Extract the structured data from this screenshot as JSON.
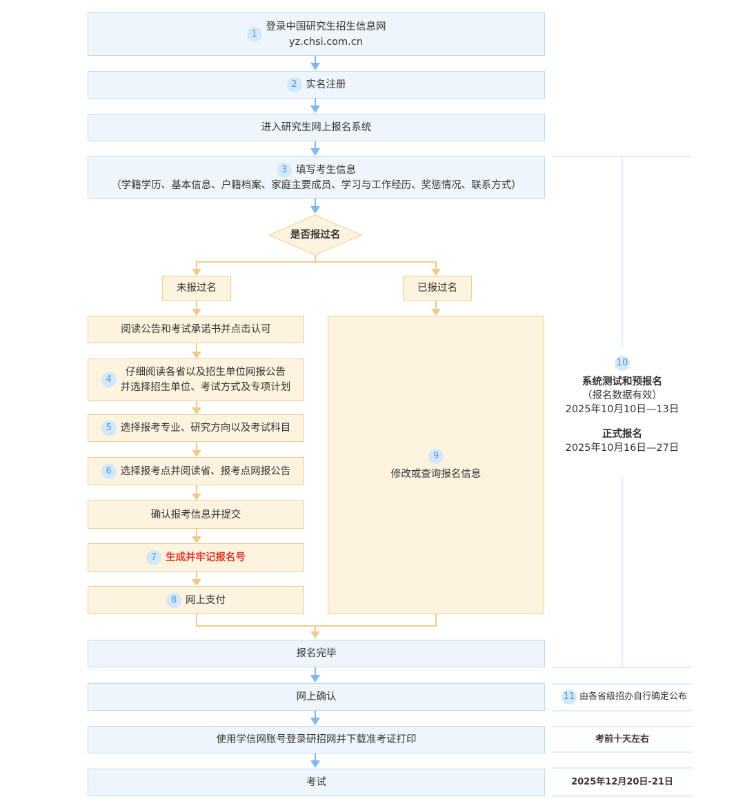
{
  "steps": {
    "s1": {
      "num": "1",
      "line1": "登录中国研究生招生信息网",
      "line2": "yz.chsi.com.cn"
    },
    "s2": {
      "num": "2",
      "label": "实名注册"
    },
    "enter": {
      "label": "进入研究生网上报名系统"
    },
    "s3": {
      "num": "3",
      "line1": "填写考生信息",
      "line2": "（学籍学历、基本信息、户籍档案、家庭主要成员、学习与工作经历、奖惩情况、联系方式）"
    },
    "decision": {
      "label": "是否报过名"
    },
    "not_registered": {
      "label": "未报过名"
    },
    "registered": {
      "label": "已报过名"
    },
    "read_notice": {
      "label": "阅读公告和考试承诺书并点击认可"
    },
    "s4": {
      "num": "4",
      "line1": "仔细阅读各省以及招生单位网报公告",
      "line2": "并选择招生单位、考试方式及专项计划"
    },
    "s5": {
      "num": "5",
      "label": "选择报考专业、研究方向以及考试科目"
    },
    "s6": {
      "num": "6",
      "label": "选择报考点并阅读省、报考点网报公告"
    },
    "confirm_submit": {
      "label": "确认报考信息并提交"
    },
    "s7": {
      "num": "7",
      "label": "生成并牢记报名号"
    },
    "s8": {
      "num": "8",
      "label": "网上支付"
    },
    "s9": {
      "num": "9",
      "label": "修改或查询报名信息"
    },
    "complete": {
      "label": "报名完毕"
    },
    "online_confirm": {
      "label": "网上确认"
    },
    "download_admit": {
      "label": "使用学信网账号登录研招网并下载准考证打印"
    },
    "exam": {
      "label": "考试"
    }
  },
  "side": {
    "s10": {
      "num": "10",
      "title1": "系统测试和预报名",
      "paren": "（报名数据有效）",
      "date1": "2025年10月10日—13日",
      "title2": "正式报名",
      "date2": "2025年10月16日—27日"
    },
    "s11": {
      "num": "11",
      "label": "由各省级招办自行确定公布"
    },
    "admit_time": {
      "label": "考前十天左右"
    },
    "exam_date": {
      "label": "2025年12月20日-21日"
    }
  },
  "colors": {
    "blue_arrow": "#7fb8ea",
    "yellow_arrow": "#f3c98a",
    "blue_fill": "#eef6fc",
    "yellow_fill": "#fdf3df"
  }
}
